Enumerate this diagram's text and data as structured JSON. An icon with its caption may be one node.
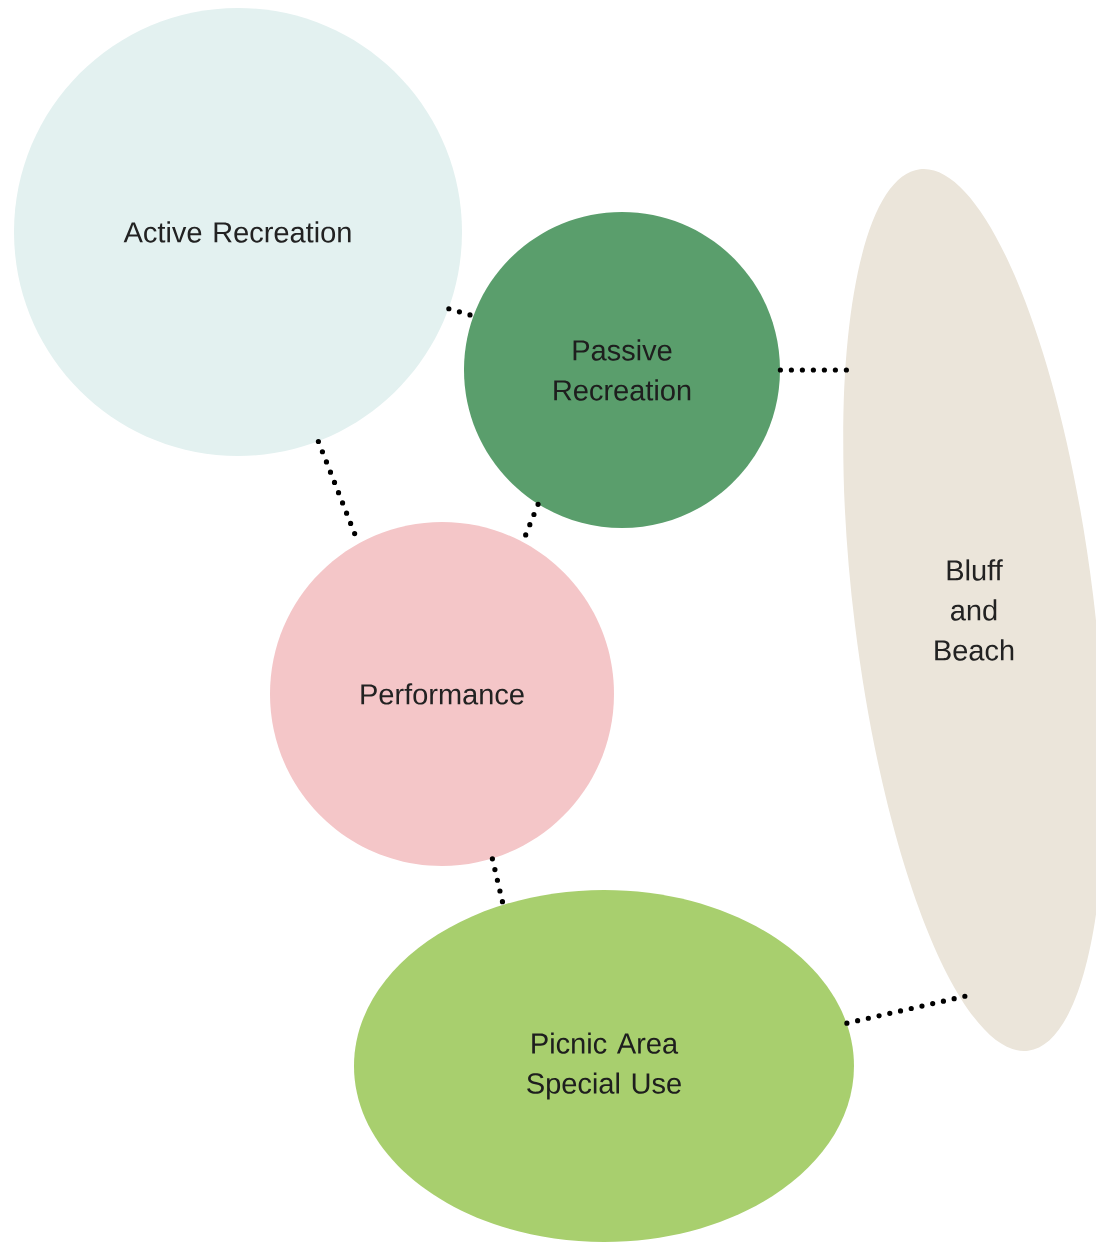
{
  "diagram": {
    "nodes": [
      {
        "text": [
          "Active Recreation"
        ]
      },
      {
        "text": [
          "Passive Recreation"
        ]
      },
      {
        "text": [
          "Bluff and Beach"
        ]
      },
      {
        "text": [
          "Performance"
        ]
      },
      {
        "text": [
          "Picnic Area Special Use"
        ]
      }
    ],
    "edges": [
      {
        "from": 0,
        "to": 1,
        "arrow": "none"
      },
      {
        "from": 1,
        "to": 2,
        "arrow": "none"
      },
      {
        "from": 0,
        "to": 3,
        "arrow": "none"
      },
      {
        "from": 1,
        "to": 3,
        "arrow": "none"
      },
      {
        "from": 3,
        "to": 4,
        "arrow": "none"
      },
      {
        "from": 4,
        "to": 2,
        "arrow": "none"
      }
    ]
  }
}
